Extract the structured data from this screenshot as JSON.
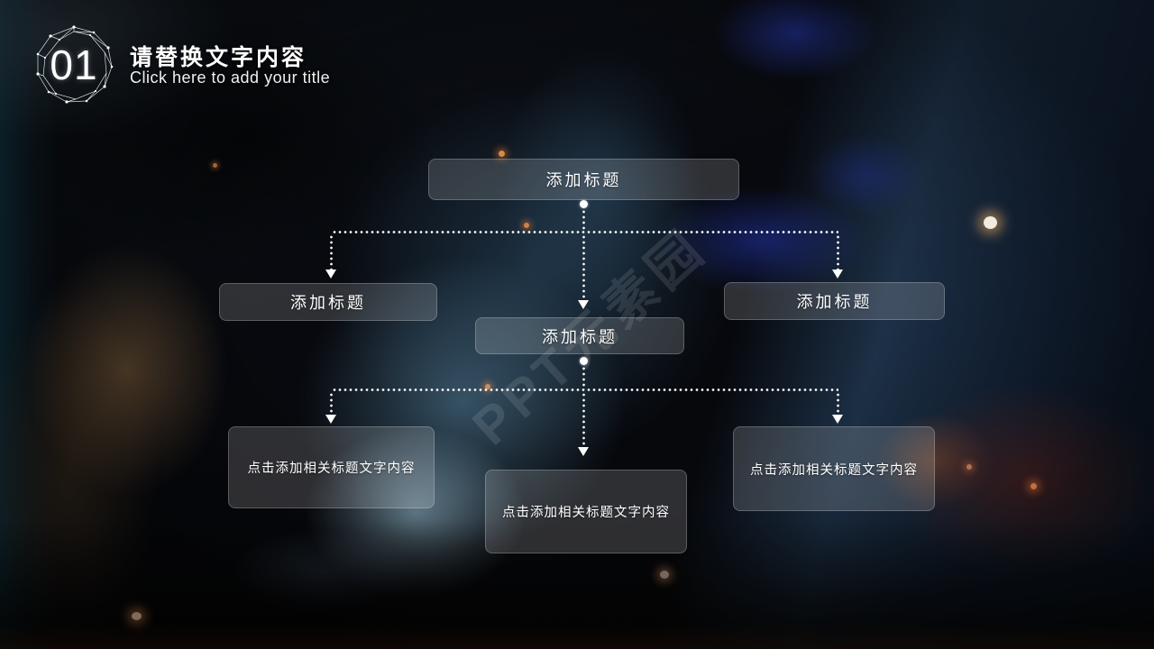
{
  "slide": {
    "section_number": "01",
    "title": "请替换文字内容",
    "subtitle": "Click here to add your title"
  },
  "diagram": {
    "root": {
      "label": "添加标题"
    },
    "level2": [
      {
        "label": "添加标题"
      },
      {
        "label": "添加标题"
      },
      {
        "label": "添加标题"
      }
    ],
    "level3": [
      {
        "label": "点击添加相关标题文字内容"
      },
      {
        "label": "点击添加相关标题文字内容"
      },
      {
        "label": "点击添加相关标题文字内容"
      }
    ]
  },
  "watermark": {
    "text": "PPT元素园"
  },
  "colors": {
    "text": "#ffffff",
    "connector": "#ffffff",
    "node_fill": "rgba(255,255,255,0.16)",
    "flame_blue": "#2e42ce",
    "spark_orange": "#ff8c3c"
  }
}
